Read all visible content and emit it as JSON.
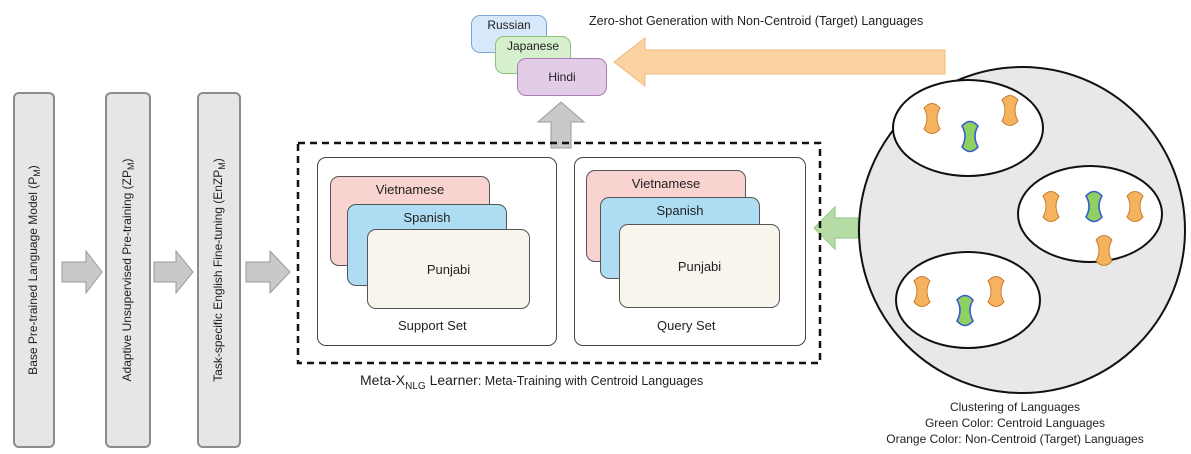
{
  "pipeline": {
    "stage1_label": "Base Pre-trained Language Model (P",
    "stage1_sub": "M",
    "stage1_suffix": ")",
    "stage2_label": "Adaptive Unsupervised Pre-training (ZP",
    "stage2_sub": "M",
    "stage2_suffix": ")",
    "stage3_label": "Task-specific English Fine-tuning (EnZP",
    "stage3_sub": "M",
    "stage3_suffix": ")"
  },
  "support_set": {
    "languages": [
      "Vietnamese",
      "Spanish",
      "Punjabi"
    ],
    "label": "Support Set"
  },
  "query_set": {
    "languages": [
      "Vietnamese",
      "Spanish",
      "Punjabi"
    ],
    "label": "Query Set"
  },
  "learner": {
    "prefix": "Meta-X",
    "sub": "NLG",
    "name_rest": " Learner",
    "description": ": Meta-Training with Centroid Languages"
  },
  "targets": {
    "languages": [
      "Russian",
      "Japanese",
      "Hindi"
    ],
    "caption": "Zero-shot Generation with Non-Centroid (Target) Languages"
  },
  "clusters": {
    "caption_lines": [
      "Clustering of Languages",
      "Green Color: Centroid Languages",
      "Orange Color: Non-Centroid (Target) Languages"
    ]
  },
  "colors": {
    "pink": "#f9d3d0",
    "blue": "#aedcf2",
    "cream": "#f8f5ec",
    "lavender": "#e3cce8",
    "light_green": "#d6efcd",
    "light_blue": "#d7e8fb",
    "orange_arrow": "#fbd3a3",
    "green_arrow": "#b6dda6",
    "gray_arrow": "#bdbdbd",
    "cluster_bg": "#e8e8e8",
    "centroid_green": "#8ed160",
    "noncentroid_orange": "#f5b35f"
  }
}
